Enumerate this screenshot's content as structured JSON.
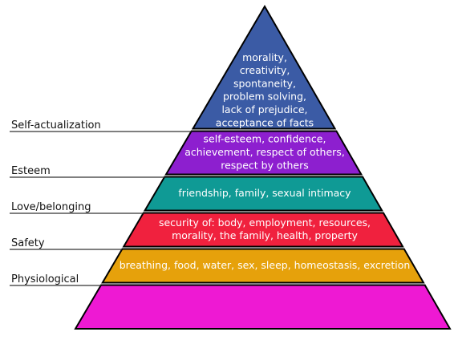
{
  "diagram": {
    "title": "",
    "colors": {
      "outline": "#000000",
      "label_line": "#333333",
      "text_on_tier": "#ffffff",
      "label_text": "#111111"
    },
    "levels": [
      {
        "name": "Self-actualization",
        "color": "#3b5ba5",
        "text_lines": [
          "morality,",
          "creativity,",
          "spontaneity,",
          "problem solving,",
          "lack of prejudice,",
          "acceptance of facts"
        ]
      },
      {
        "name": "Esteem",
        "color": "#8d1fcf",
        "text_lines": [
          "self-esteem, confidence,",
          "achievement, respect of others,",
          "respect by others"
        ]
      },
      {
        "name": "Love/belonging",
        "color": "#0f9a95",
        "text_lines": [
          "friendship, family, sexual intimacy"
        ]
      },
      {
        "name": "Safety",
        "color": "#f0213e",
        "text_lines": [
          "security of: body, employment, resources,",
          "morality, the family, health, property"
        ]
      },
      {
        "name": "Physiological",
        "color": "#e6a10b",
        "text_lines": [
          "breathing, food, water, sex, sleep, homeostasis, excretion"
        ]
      },
      {
        "name": "",
        "color": "#ee19d3",
        "text_lines": []
      }
    ]
  }
}
